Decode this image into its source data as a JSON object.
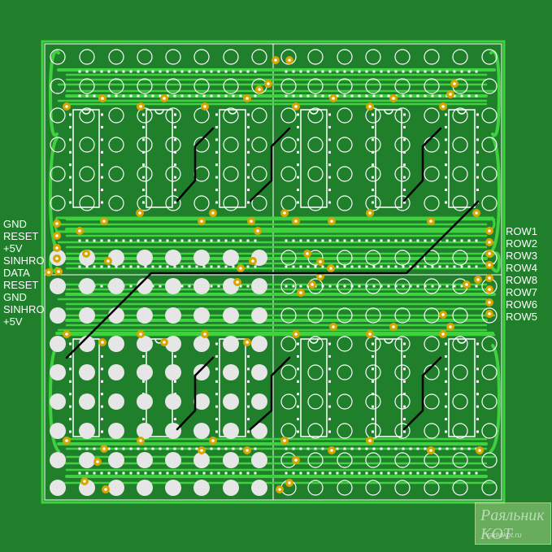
{
  "board": {
    "colors": {
      "background": "#1f7f2a",
      "copper": "#3fd13f",
      "silkscreen": "#ffffff",
      "pad_gold": "#d7a500",
      "jumper_wire": "#000000"
    }
  },
  "connector_labels": [
    "GND",
    "RESET",
    "+5V",
    "SINHRO",
    "DATA",
    "RESET",
    "GND",
    "SINHRO",
    "+5V"
  ],
  "row_labels": [
    "ROW1",
    "ROW2",
    "ROW3",
    "ROW4",
    "ROW8",
    "ROW7",
    "ROW6",
    "ROW5"
  ],
  "logo": {
    "name": "Paяльник KOT",
    "site": "radiokot.ru"
  }
}
